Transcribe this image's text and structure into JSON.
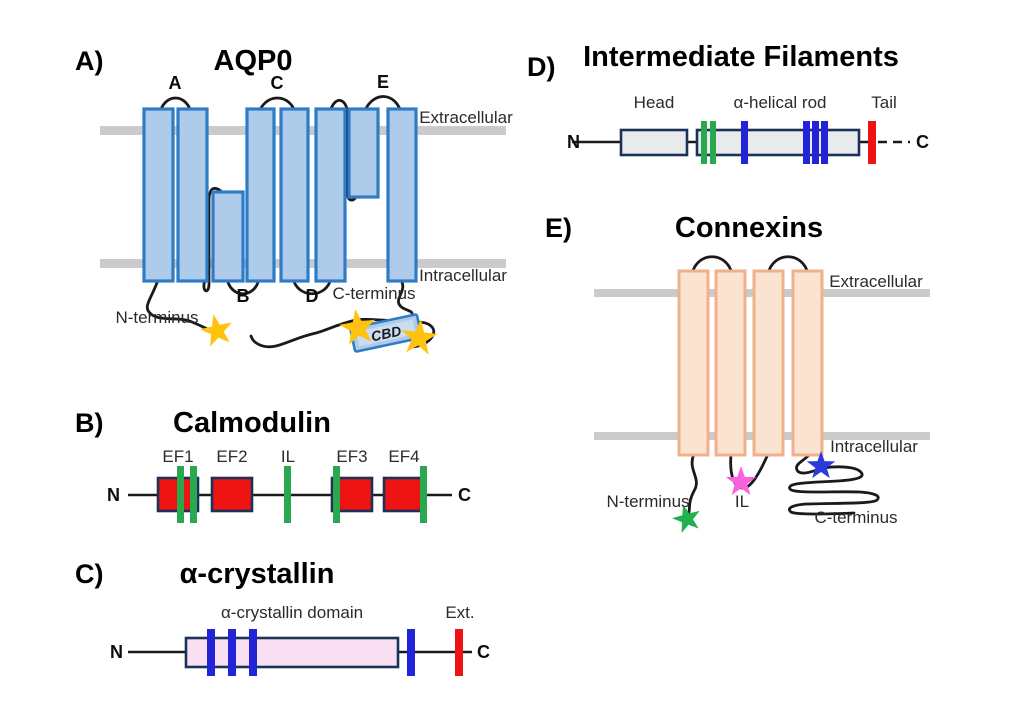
{
  "colors": {
    "membrane_gray": "#cbcbcb",
    "line_black": "#1a1a1a",
    "helix_blue_fill": "#aecbea",
    "helix_blue_border": "#2e7cc6",
    "connexin_fill": "#fbe3d2",
    "connexin_border": "#f1b08c",
    "domain_red": "#ee1414",
    "navy_border": "#1a3258",
    "green_bar": "#2aa84f",
    "blue_bar": "#2323d7",
    "red_bar": "#ee1414",
    "crystallin_pink": "#f8dff2",
    "if_gray": "#e9eaec",
    "cbd_inner": "#cadcf0",
    "star_yellow": "#ffc20e",
    "star_green": "#22b14c",
    "star_magenta": "#f861e0",
    "star_blue": "#2b3bd9"
  },
  "panels": {
    "a": {
      "tag": "A)",
      "title": "AQP0",
      "labels": {
        "loop_a": "A",
        "loop_b": "B",
        "loop_c": "C",
        "loop_d": "D",
        "loop_e": "E",
        "extracellular": "Extracellular",
        "intracellular": "Intracellular",
        "n_terminus": "N-terminus",
        "c_terminus": "C-terminus",
        "cbd": "CBD"
      }
    },
    "b": {
      "tag": "B)",
      "title": "Calmodulin",
      "labels": {
        "ef1": "EF1",
        "ef2": "EF2",
        "il": "IL",
        "ef3": "EF3",
        "ef4": "EF4",
        "n": "N",
        "c": "C"
      }
    },
    "c": {
      "tag": "C)",
      "title": "α-crystallin",
      "labels": {
        "domain": "α-crystallin domain",
        "ext": "Ext.",
        "n": "N",
        "c": "C"
      }
    },
    "d": {
      "tag": "D)",
      "title": "Intermediate Filaments",
      "labels": {
        "head": "Head",
        "rod": "α-helical rod",
        "tail": "Tail",
        "n": "N",
        "c": "C"
      }
    },
    "e": {
      "tag": "E)",
      "title": "Connexins",
      "labels": {
        "extracellular": "Extracellular",
        "intracellular": "Intracellular",
        "n_terminus": "N-terminus",
        "il": "IL",
        "c_terminus": "C-terminus"
      }
    }
  }
}
